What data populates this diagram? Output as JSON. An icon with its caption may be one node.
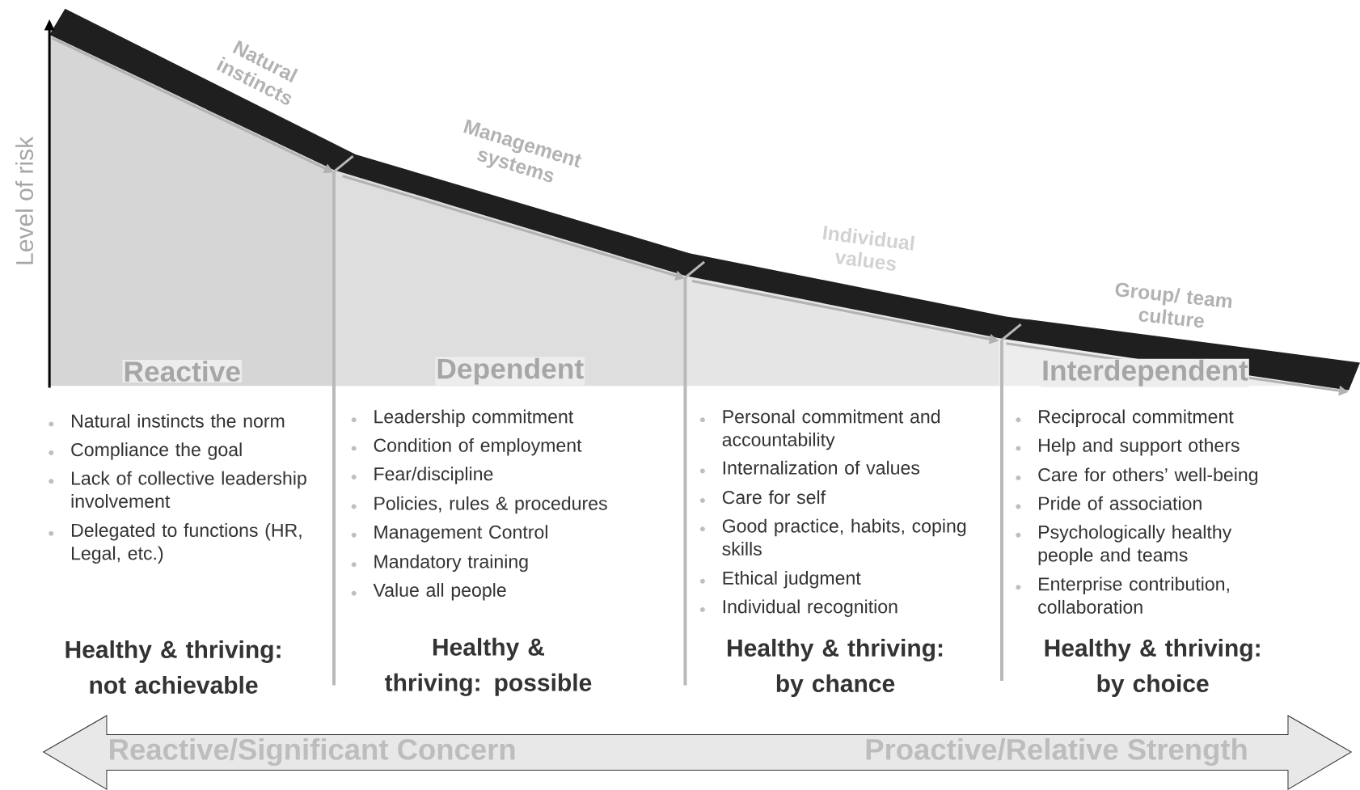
{
  "diagram": {
    "nodes": [
      {
        "text": [
          "Reactive/Significant Concern",
          "Proactive/Relative Strength"
        ]
      }
    ],
    "labels": [
      "Level of risk",
      "Natural instincts",
      "Management systems",
      "Individual values",
      "Group/ team culture",
      "Reactive",
      "Dependent",
      "Interdependent",
      "Natural instincts the norm",
      "Compliance the goal",
      "Lack of collective leadership involvement",
      "Delegated to functions (HR, Legal, etc.)",
      "Healthy & thriving: not achievable",
      "Leadership commitment",
      "Condition of employment",
      "Fear/discipline",
      "Policies, rules & procedures",
      "Management Control",
      "Mandatory training",
      "Value all people",
      "Healthy & thriving: possible",
      "Personal commitment and accountability",
      "Internalization of values",
      "Care for self",
      "Good practice, habits, coping skills",
      "Ethical judgment",
      "Individual recognition",
      "Healthy & thriving: by chance",
      "Reciprocal commitment",
      "Help and support others",
      "Care for others’ well-being",
      "Pride of association",
      "Psychologically healthy people and teams",
      "Enterprise contribution, collaboration",
      "Healthy & thriving: by choice"
    ]
  }
}
